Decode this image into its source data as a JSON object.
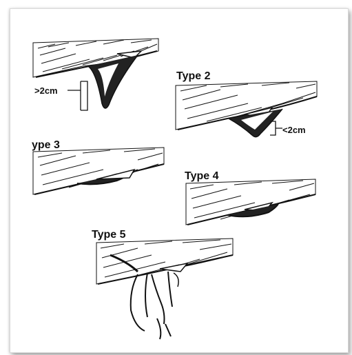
{
  "labels": {
    "type2": "Type 2",
    "type3": "ype 3",
    "type4": "Type 4",
    "type5": "Type 5"
  },
  "measures": {
    "gt2cm": ">2cm",
    "lt2cm": "<2cm"
  },
  "colors": {
    "ink": "#111111",
    "paper": "#ffffff",
    "frame_border": "#d9d9d9"
  }
}
